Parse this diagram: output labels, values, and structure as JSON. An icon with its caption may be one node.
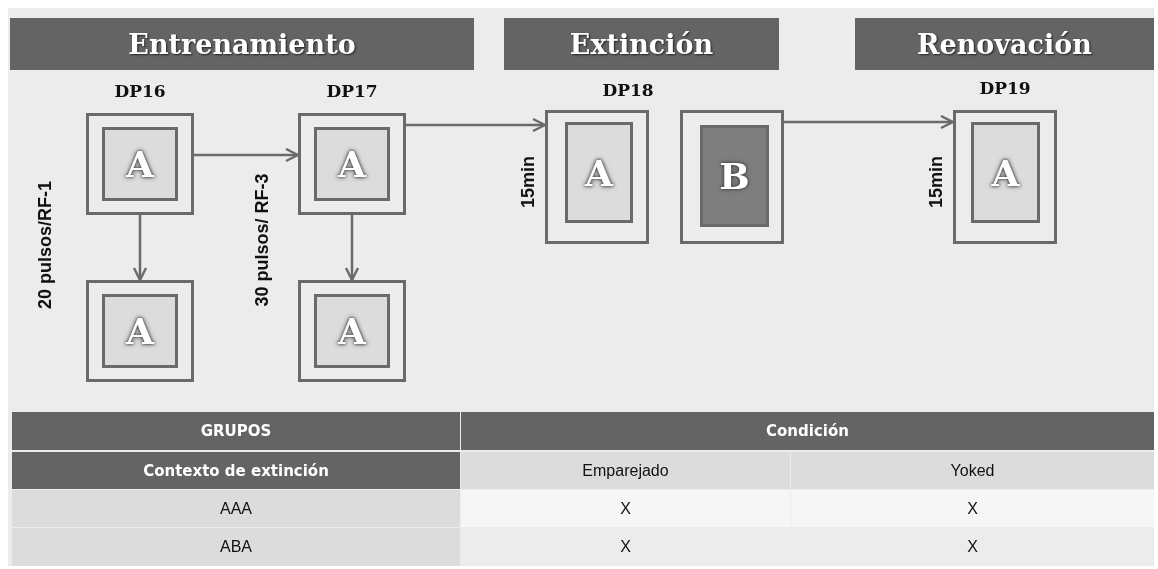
{
  "diagram": {
    "nodes": [
      {
        "text": [
          "Entrenamiento"
        ]
      },
      {
        "text": [
          "Extinción"
        ]
      },
      {
        "text": [
          "Renovación"
        ]
      },
      {
        "text": [
          "DP16"
        ]
      },
      {
        "text": [
          "A"
        ],
        "in": 3
      },
      {
        "text": [],
        "shape": "box"
      },
      {
        "text": [
          "A"
        ],
        "in": 5
      },
      {
        "text": [
          "DP17"
        ]
      },
      {
        "text": [
          "A"
        ],
        "in": 7
      },
      {
        "text": [],
        "shape": "box"
      },
      {
        "text": [
          "A"
        ],
        "in": 9
      },
      {
        "text": [],
        "shape": "box",
        "beside": [
          "15min"
        ]
      },
      {
        "text": [
          "A"
        ],
        "in": 11
      },
      {
        "text": [],
        "shape": "box"
      },
      {
        "text": [
          "B"
        ],
        "in": 13
      },
      {
        "text": [
          "DP19"
        ],
        "beside": [
          "15min"
        ]
      },
      {
        "text": [
          "A"
        ],
        "in": 15
      }
    ],
    "edges": [
      {
        "from": 3,
        "to": 7,
        "arrow": "to"
      },
      {
        "from": 3,
        "to": 5,
        "arrow": "to"
      },
      {
        "from": 7,
        "to": 9,
        "arrow": "to"
      },
      {
        "from": 7,
        "to": 11,
        "arrow": "to"
      },
      {
        "from": 13,
        "to": 15,
        "arrow": "to"
      }
    ],
    "labels": [
      "20 pulsos/RF-1",
      "30 pulsos/ RF-3",
      "DP18",
      "GRUPOS",
      "Condición",
      "Contexto de extinción",
      "Emparejado",
      "Yoked",
      "AAA",
      "X",
      "X",
      "ABA",
      "X",
      "X"
    ]
  }
}
